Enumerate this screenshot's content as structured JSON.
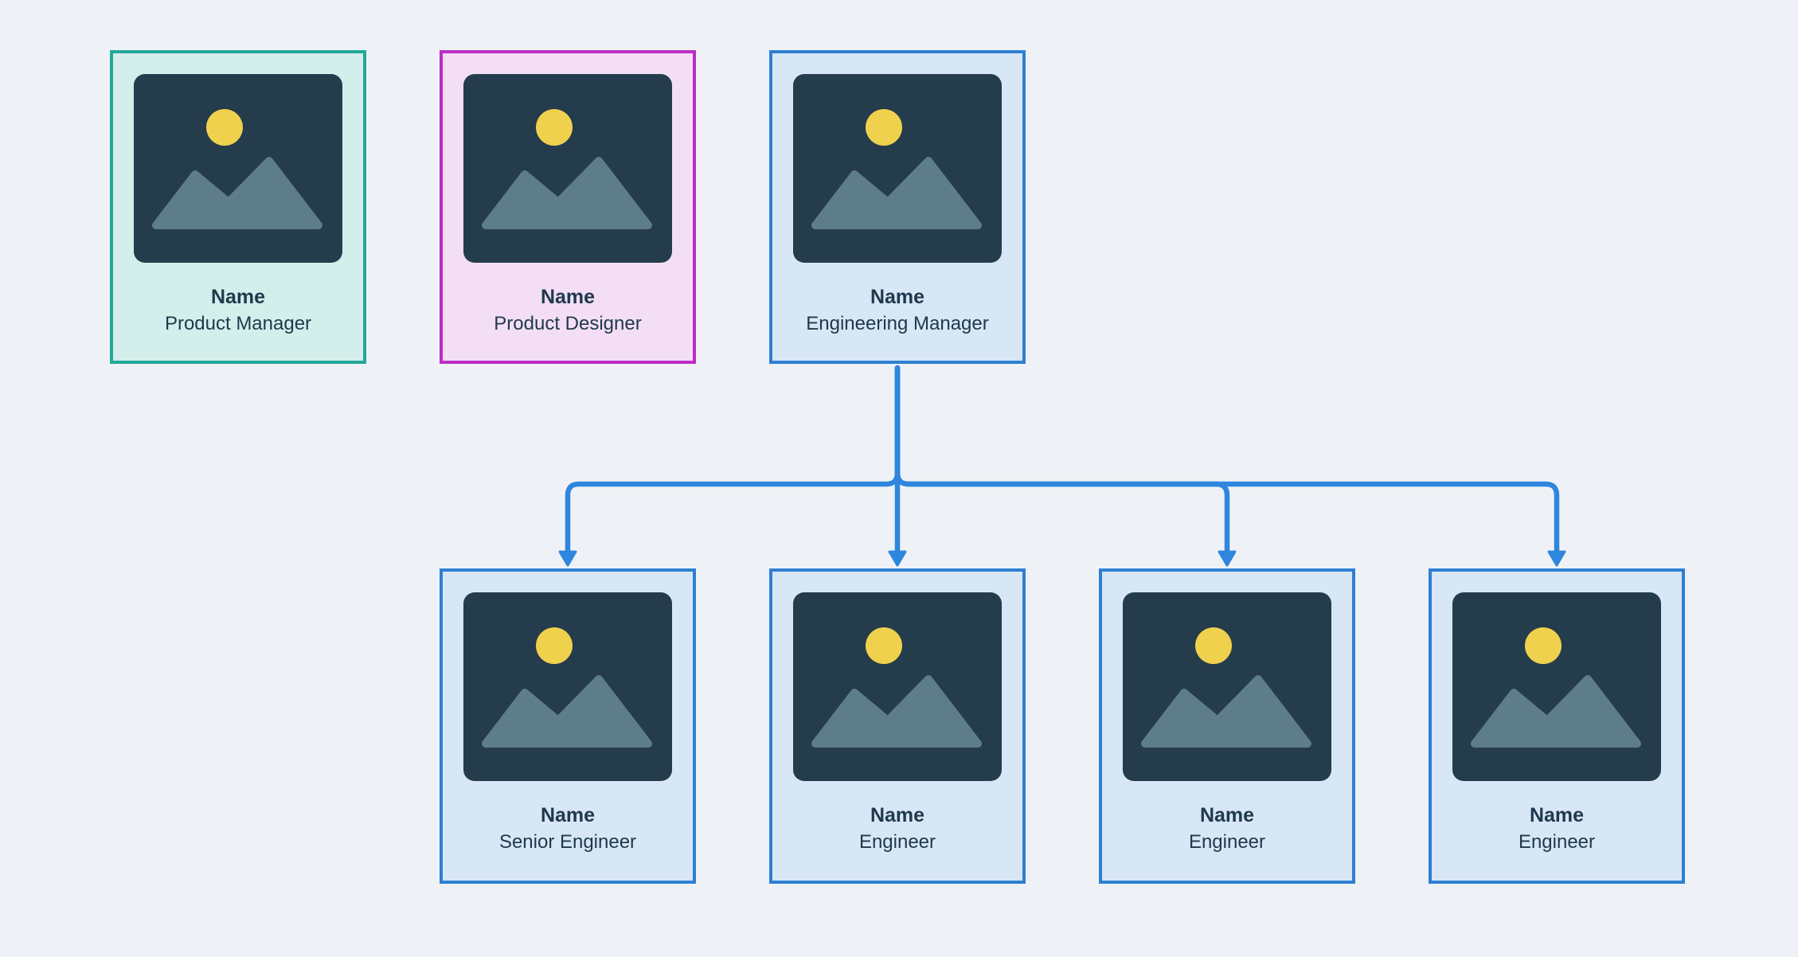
{
  "page": {
    "background": "#eef2f6",
    "text_color": "#20394c"
  },
  "diagram": {
    "type": "org-chart",
    "connector_color": "#2e86dd",
    "edges": [
      {
        "from": "engineering-manager",
        "to": "senior-engineer"
      },
      {
        "from": "engineering-manager",
        "to": "engineer-1"
      },
      {
        "from": "engineering-manager",
        "to": "engineer-2"
      },
      {
        "from": "engineering-manager",
        "to": "engineer-3"
      }
    ]
  },
  "icon": {
    "name": "image-placeholder-icon",
    "frame_color": "#243c4b",
    "sun_color": "#f0d14e",
    "mountain_color": "#5d7d8a"
  },
  "cards": [
    {
      "id": "product-manager",
      "name": "Name",
      "role": "Product Manager",
      "border_color": "#23a898",
      "bg_color": "#d4efeb"
    },
    {
      "id": "product-designer",
      "name": "Name",
      "role": "Product Designer",
      "border_color": "#bb2dc5",
      "bg_color": "#f3def6"
    },
    {
      "id": "engineering-manager",
      "name": "Name",
      "role": "Engineering Manager",
      "border_color": "#2e7fd2",
      "bg_color": "#d7e7f6"
    },
    {
      "id": "senior-engineer",
      "name": "Name",
      "role": "Senior Engineer",
      "border_color": "#2e7fd2",
      "bg_color": "#d7e7f6"
    },
    {
      "id": "engineer-1",
      "name": "Name",
      "role": "Engineer",
      "border_color": "#2e7fd2",
      "bg_color": "#d7e7f6"
    },
    {
      "id": "engineer-2",
      "name": "Name",
      "role": "Engineer",
      "border_color": "#2e7fd2",
      "bg_color": "#d7e7f6"
    },
    {
      "id": "engineer-3",
      "name": "Name",
      "role": "Engineer",
      "border_color": "#2e7fd2",
      "bg_color": "#d7e7f6"
    }
  ]
}
